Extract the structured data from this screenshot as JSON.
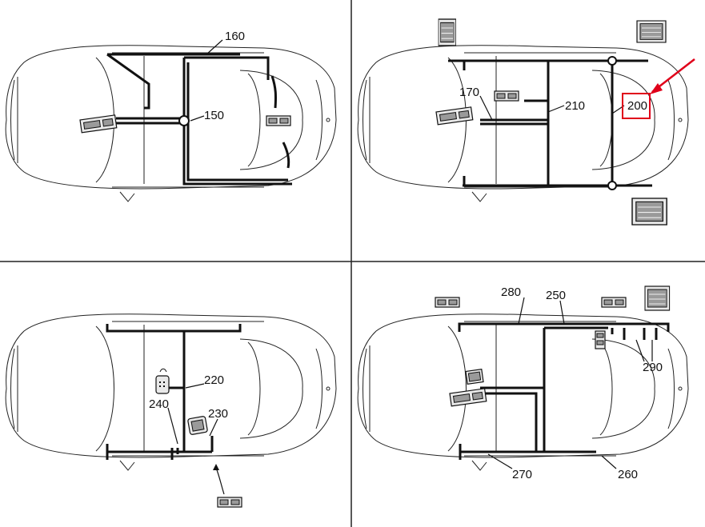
{
  "panels": [
    {
      "id": "top-left",
      "labels": [
        "160",
        "150"
      ]
    },
    {
      "id": "top-right",
      "labels": [
        "170",
        "210",
        "200"
      ]
    },
    {
      "id": "bottom-left",
      "labels": [
        "220",
        "240",
        "230"
      ]
    },
    {
      "id": "bottom-right",
      "labels": [
        "280",
        "250",
        "290",
        "270",
        "260"
      ]
    }
  ],
  "highlight": {
    "label": "200",
    "color": "#e0001a"
  },
  "colors": {
    "line": "#111111",
    "grid": "#222222",
    "background": "#ffffff"
  }
}
